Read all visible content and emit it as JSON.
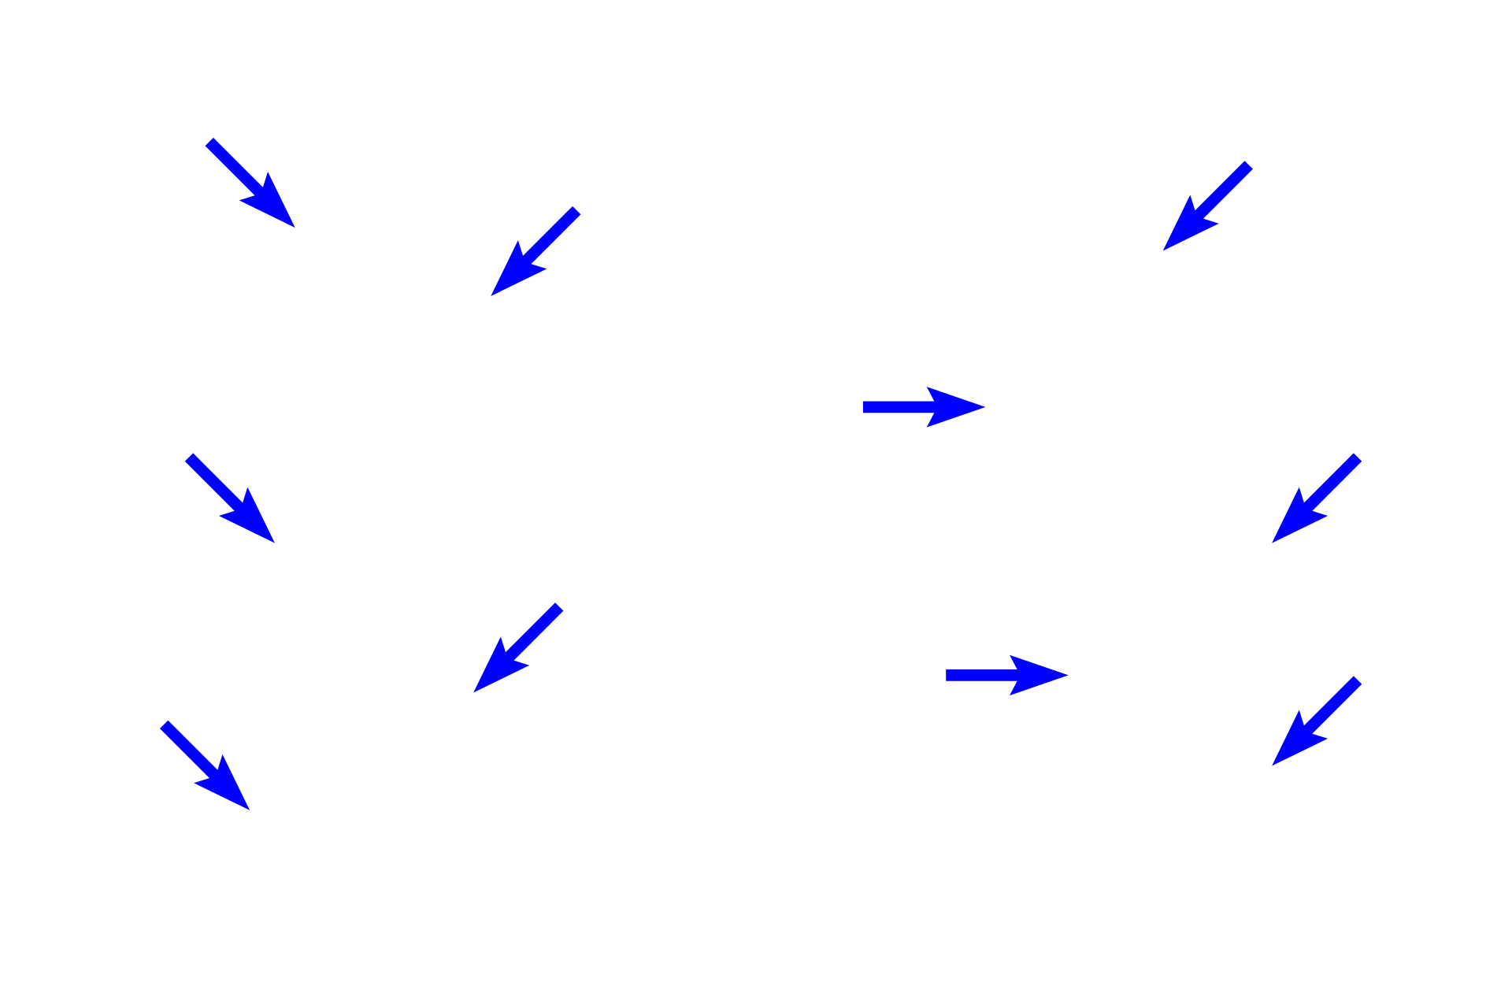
{
  "chart_data": {
    "type": "quiver",
    "title": "",
    "xlabel": "",
    "ylabel": "",
    "axes_visible": false,
    "grid": false,
    "xlim": [
      0,
      15.68
    ],
    "ylim": [
      0,
      10.45
    ],
    "arrow_color": "#0000ff",
    "background": "#ffffff",
    "arrows": [
      {
        "x": 2.17,
        "y": 8.98,
        "u": 0.89,
        "v": -0.89
      },
      {
        "x": 5.98,
        "y": 8.27,
        "u": -0.89,
        "v": -0.89
      },
      {
        "x": 12.95,
        "y": 8.74,
        "u": -0.89,
        "v": -0.89
      },
      {
        "x": 8.95,
        "y": 6.23,
        "u": 1.27,
        "v": 0
      },
      {
        "x": 1.96,
        "y": 5.71,
        "u": 0.89,
        "v": -0.89
      },
      {
        "x": 14.08,
        "y": 5.71,
        "u": -0.89,
        "v": -0.89
      },
      {
        "x": 5.8,
        "y": 4.16,
        "u": -0.89,
        "v": -0.89
      },
      {
        "x": 9.81,
        "y": 3.45,
        "u": 1.27,
        "v": 0
      },
      {
        "x": 14.08,
        "y": 3.4,
        "u": -0.89,
        "v": -0.89
      },
      {
        "x": 1.7,
        "y": 2.94,
        "u": 0.89,
        "v": -0.89
      }
    ]
  }
}
